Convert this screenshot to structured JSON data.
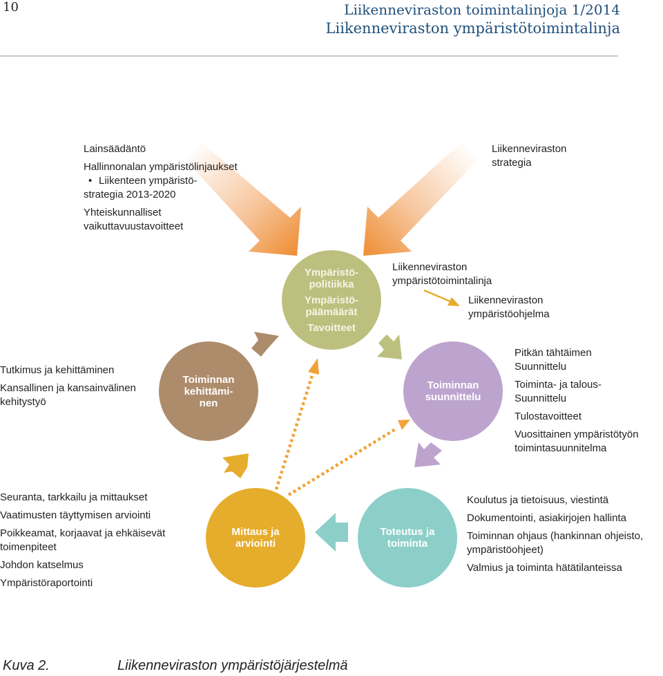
{
  "header": {
    "page_number": "10",
    "series": "Liikenneviraston toimintalinjoja 1/2014",
    "title": "Liikenneviraston ympäristötoimintalinja"
  },
  "inputs": {
    "top_left": {
      "legislation": "Lainsäädäntö",
      "guidelines": "Hallinnonalan ympäristölinjaukset",
      "bullet_line1": "Liikenteen ympäristö-",
      "bullet_line2": "strategia 2013-2020",
      "social_goals_line1": "Yhteiskunnalliset",
      "social_goals_line2": "vaikuttavuustavoitteet"
    },
    "top_right": {
      "line1": "Liikenneviraston",
      "line2": "strategia"
    }
  },
  "policy_text": {
    "line1": "Liikenneviraston",
    "line2": "ympäristötoimintalinja",
    "program_line1": "Liikenneviraston",
    "program_line2": "ympäristöohjelma"
  },
  "circles": {
    "policy": {
      "l1": "Ympäristö-",
      "l2": "politiikka",
      "l3": "Ympäristö-",
      "l4": "päämäärät",
      "l5": "Tavoitteet"
    },
    "development": {
      "l1": "Toiminnan",
      "l2": "kehittämi-",
      "l3": "nen"
    },
    "planning": {
      "l1": "Toiminnan",
      "l2": "suunnittelu"
    },
    "measurement": {
      "l1": "Mittaus ja",
      "l2": "arviointi"
    },
    "implementation": {
      "l1": "Toteutus ja",
      "l2": "toiminta"
    }
  },
  "left_text": {
    "research": "Tutkimus ja kehittäminen",
    "cooperation_line1": "Kansallinen ja kansainvälinen",
    "cooperation_line2": "kehitystyö"
  },
  "planning_text": {
    "long_term_line1": "Pitkän tähtäimen",
    "long_term_line2": "Suunnittelu",
    "operational_line1": "Toiminta- ja talous-",
    "operational_line2": "Suunnittelu",
    "results": "Tulostavoitteet",
    "annual_line1": "Vuosittainen ympäristötyön",
    "annual_line2": "toimintasuunnitelma"
  },
  "measurement_text": {
    "monitoring": "Seuranta, tarkkailu ja mittaukset",
    "compliance": "Vaatimusten täyttymisen arviointi",
    "deviations_line1": "Poikkeamat, korjaavat ja ehkäisevät",
    "deviations_line2": "toimenpiteet",
    "review": "Johdon katselmus",
    "reporting": "Ympäristöraportointi"
  },
  "implementation_text": {
    "training": "Koulutus ja tietoisuus, viestintä",
    "documentation": "Dokumentointi, asiakirjojen hallinta",
    "control_line1": "Toiminnan ohjaus (hankinnan ohjeisto,",
    "control_line2": "ympäristöohjeet)",
    "emergency": "Valmius ja toiminta hätätilanteissa"
  },
  "footer": {
    "label": "Kuva 2.",
    "caption": "Liikenneviraston ympäristöjärjestelmä"
  },
  "colors": {
    "header_blue": "#1f4f7a",
    "policy_circle": "#bdbf7e",
    "development_circle": "#ad8c6c",
    "planning_circle": "#bda4cf",
    "measurement_circle": "#e6ac2b",
    "implementation_circle": "#8ccfc8",
    "input_arrow_orange": "#ee8d32",
    "dotted_arrow_orange": "#f2a23a"
  }
}
